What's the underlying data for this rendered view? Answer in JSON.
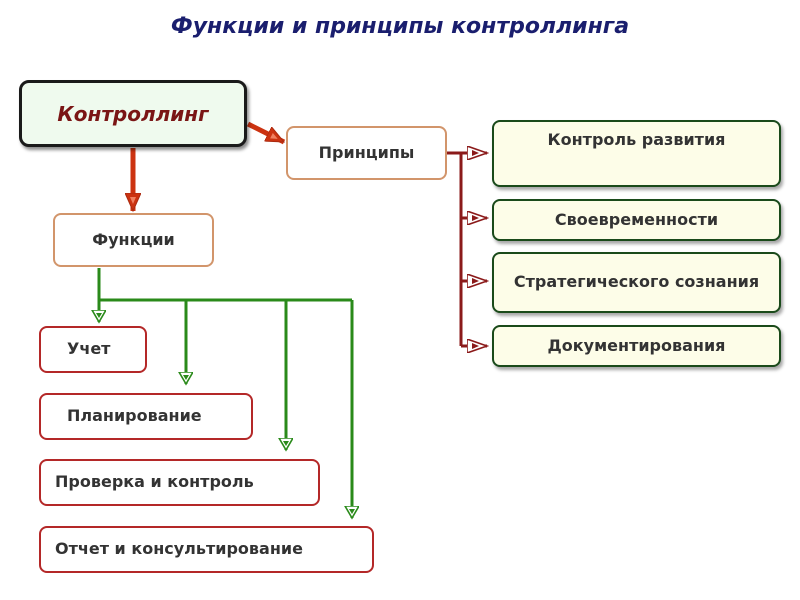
{
  "title": "Функции и принципы контроллинга",
  "root": {
    "label": "Контроллинг"
  },
  "principles": {
    "label": "Принципы",
    "items": [
      "Контроль развития",
      "Своевременности",
      "Стратегического сознания",
      "Документирования"
    ]
  },
  "functions": {
    "label": "Функции",
    "items": [
      "Учет",
      "Планирование",
      "Проверка и контроль",
      "Отчет и консультирование"
    ]
  },
  "colors": {
    "title": "#1a1e6e",
    "root_text": "#7a1515",
    "root_arrow": "#cc3311",
    "principle_connector": "#8b1a1a",
    "function_connector": "#2a8a1a"
  }
}
